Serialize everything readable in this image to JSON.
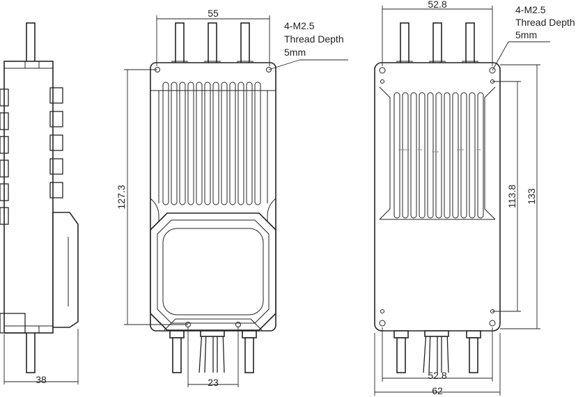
{
  "dimensions": {
    "side_width": "38",
    "top_width": "55",
    "front_height": "127.3",
    "front_cable_spacing": "23",
    "back_top_width": "52.8",
    "back_bottom_inner_width": "52.8",
    "back_total_width": "62",
    "back_hole_spacing": "113.8",
    "back_total_height": "133"
  },
  "notes": {
    "front_thread": {
      "line1": "4-M2.5",
      "line2": "Thread Depth",
      "line3": "5mm"
    },
    "back_thread": {
      "line1": "4-M2.5",
      "line2": "Thread Depth",
      "line3": "5mm"
    }
  }
}
